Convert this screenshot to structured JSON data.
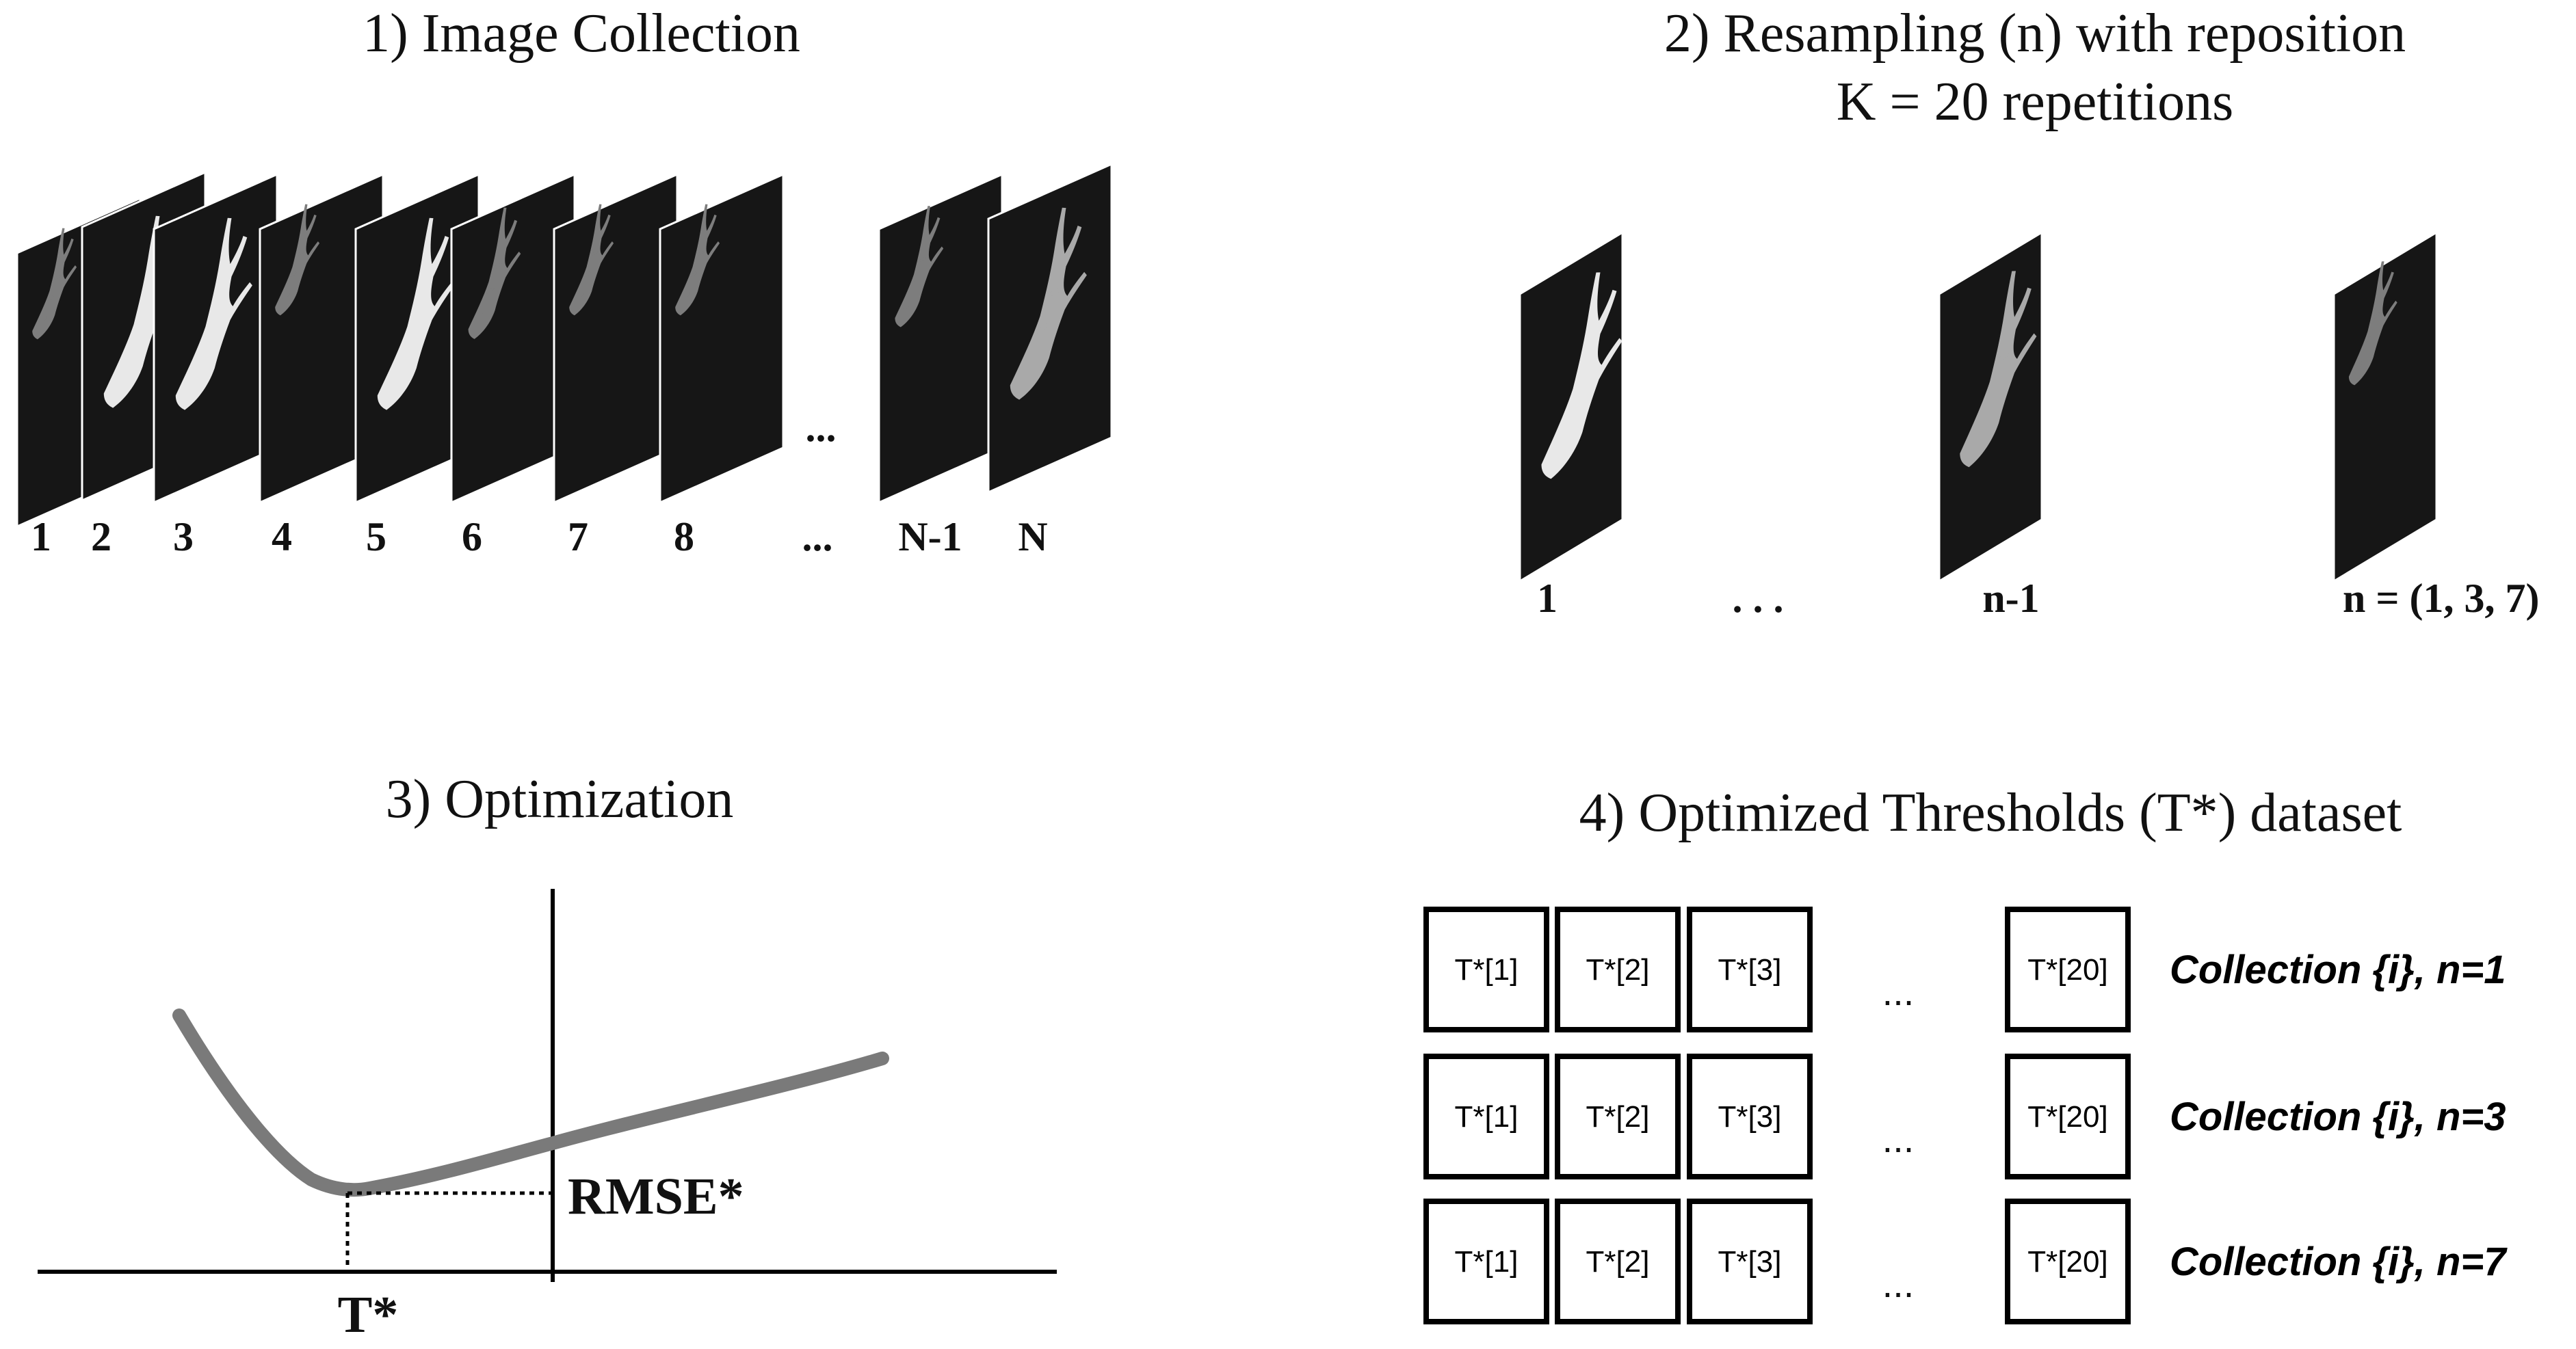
{
  "panel1": {
    "title": "1) Image Collection",
    "labels": [
      "1",
      "2",
      "3",
      "4",
      "5",
      "6",
      "7",
      "8",
      "...",
      "N-1",
      "N"
    ],
    "ellipsis": "..."
  },
  "panel2": {
    "title_line1": "2) Resampling (n) with reposition",
    "title_line2": "K = 20 repetitions",
    "labels": [
      "1",
      ". . .",
      "n-1",
      "n = (1, 3, 7)"
    ]
  },
  "panel3": {
    "title": "3) Optimization",
    "rmse_label": "RMSE*",
    "t_label": "T*"
  },
  "panel4": {
    "title": "4) Optimized Thresholds (T*) dataset",
    "rows": [
      {
        "cells": [
          "T*[1]",
          "T*[2]",
          "T*[3]"
        ],
        "last": "T*[20]",
        "label": "Collection {i}, n=1"
      },
      {
        "cells": [
          "T*[1]",
          "T*[2]",
          "T*[3]"
        ],
        "last": "T*[20]",
        "label": "Collection {i}, n=3"
      },
      {
        "cells": [
          "T*[1]",
          "T*[2]",
          "T*[3]"
        ],
        "last": "T*[20]",
        "label": "Collection {i}, n=7"
      }
    ],
    "ellipsis": "..."
  },
  "colors": {
    "frame": "#161616",
    "water_bright": "#e8e8e8",
    "water_mid": "#a9a9a9",
    "water_dim": "#7d7d7d",
    "curve": "#7a7a7a",
    "axis": "#000000"
  }
}
